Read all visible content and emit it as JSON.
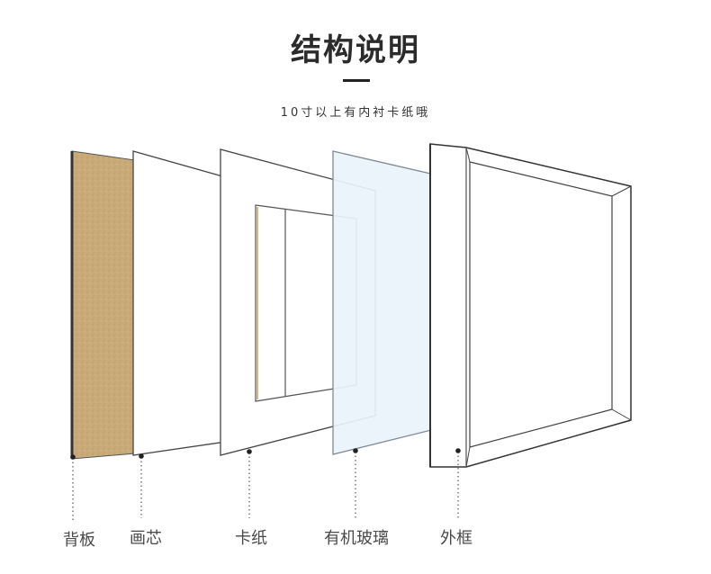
{
  "header": {
    "title": "结构说明",
    "subtitle": "10寸以上有内衬卡纸哦"
  },
  "layers": [
    {
      "id": "back",
      "label": "背板"
    },
    {
      "id": "core",
      "label": "画芯"
    },
    {
      "id": "mat",
      "label": "卡纸"
    },
    {
      "id": "glass",
      "label": "有机玻璃"
    },
    {
      "id": "frame",
      "label": "外框"
    }
  ],
  "colors": {
    "background": "#ffffff",
    "backboard": "#c9ab7a",
    "glass": "#e9f2fb",
    "outline": "#444444",
    "text": "#4a4a4a"
  }
}
